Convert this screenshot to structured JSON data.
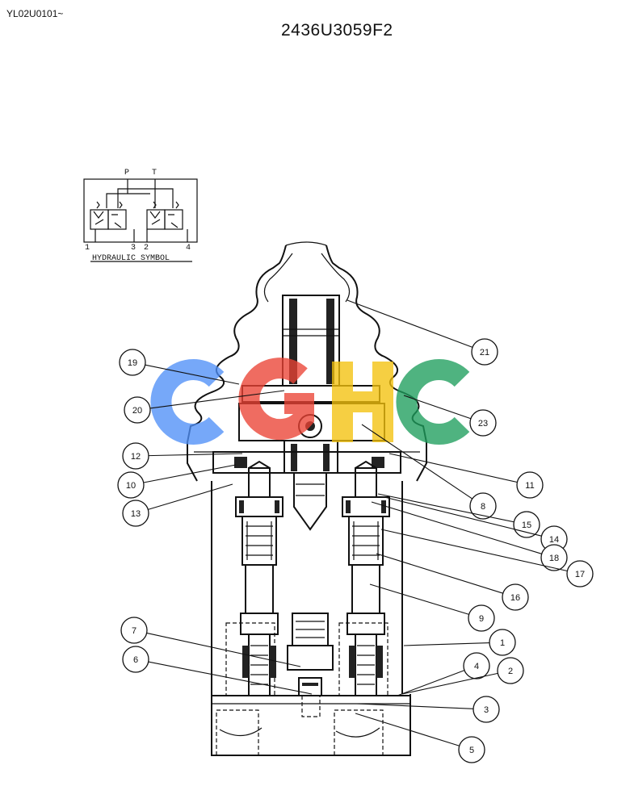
{
  "header": {
    "doc_code": "YL02U0101~",
    "part_number": "2436U3059F2"
  },
  "hydraulic_symbol": {
    "caption": "HYDRAULIC SYMBOL",
    "port_p": "P",
    "port_t": "T",
    "port_labels": [
      "1",
      "3",
      "2",
      "4"
    ]
  },
  "watermark": {
    "text": "CGHC",
    "colors": [
      "#4f8ff7",
      "#ea4335",
      "#f4c20d",
      "#1e9e5c"
    ]
  },
  "callouts": [
    "21",
    "19",
    "20",
    "23",
    "12",
    "10",
    "11",
    "13",
    "8",
    "15",
    "14",
    "18",
    "17",
    "16",
    "9",
    "7",
    "1",
    "6",
    "4",
    "2",
    "3",
    "5"
  ]
}
